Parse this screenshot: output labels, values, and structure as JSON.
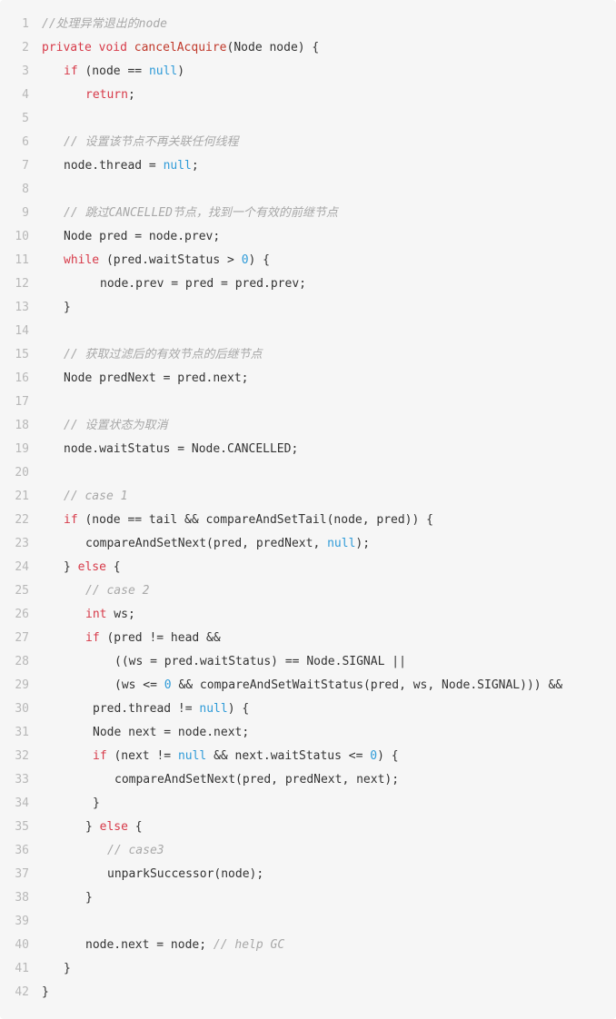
{
  "code": {
    "lines": [
      {
        "n": "1",
        "indent": 0,
        "tokens": [
          {
            "t": "//处理异常退出的node",
            "c": "cm"
          }
        ]
      },
      {
        "n": "2",
        "indent": 0,
        "tokens": [
          {
            "t": "private",
            "c": "kw"
          },
          {
            "t": " "
          },
          {
            "t": "void",
            "c": "kw"
          },
          {
            "t": " "
          },
          {
            "t": "cancelAcquire",
            "c": "fn"
          },
          {
            "t": "(Node node) {"
          }
        ]
      },
      {
        "n": "3",
        "indent": 3,
        "tokens": [
          {
            "t": "if",
            "c": "kw"
          },
          {
            "t": " (node == "
          },
          {
            "t": "null",
            "c": "lit"
          },
          {
            "t": ")"
          }
        ]
      },
      {
        "n": "4",
        "indent": 6,
        "tokens": [
          {
            "t": "return",
            "c": "kw"
          },
          {
            "t": ";"
          }
        ]
      },
      {
        "n": "5",
        "indent": 0,
        "tokens": []
      },
      {
        "n": "6",
        "indent": 3,
        "tokens": [
          {
            "t": "// 设置该节点不再关联任何线程",
            "c": "cm"
          }
        ]
      },
      {
        "n": "7",
        "indent": 3,
        "tokens": [
          {
            "t": "node.thread = "
          },
          {
            "t": "null",
            "c": "lit"
          },
          {
            "t": ";"
          }
        ]
      },
      {
        "n": "8",
        "indent": 0,
        "tokens": []
      },
      {
        "n": "9",
        "indent": 3,
        "tokens": [
          {
            "t": "// 跳过CANCELLED节点，找到一个有效的前继节点",
            "c": "cm"
          }
        ]
      },
      {
        "n": "10",
        "indent": 3,
        "tokens": [
          {
            "t": "Node pred = node.prev;"
          }
        ]
      },
      {
        "n": "11",
        "indent": 3,
        "tokens": [
          {
            "t": "while",
            "c": "kw"
          },
          {
            "t": " (pred.waitStatus > "
          },
          {
            "t": "0",
            "c": "lit"
          },
          {
            "t": ") {"
          }
        ]
      },
      {
        "n": "12",
        "indent": 8,
        "tokens": [
          {
            "t": "node.prev = pred = pred.prev;"
          }
        ]
      },
      {
        "n": "13",
        "indent": 3,
        "tokens": [
          {
            "t": "}"
          }
        ]
      },
      {
        "n": "14",
        "indent": 0,
        "tokens": []
      },
      {
        "n": "15",
        "indent": 3,
        "tokens": [
          {
            "t": "// 获取过滤后的有效节点的后继节点",
            "c": "cm"
          }
        ]
      },
      {
        "n": "16",
        "indent": 3,
        "tokens": [
          {
            "t": "Node predNext = pred.next;"
          }
        ]
      },
      {
        "n": "17",
        "indent": 0,
        "tokens": []
      },
      {
        "n": "18",
        "indent": 3,
        "tokens": [
          {
            "t": "// 设置状态为取消",
            "c": "cm"
          }
        ]
      },
      {
        "n": "19",
        "indent": 3,
        "tokens": [
          {
            "t": "node.waitStatus = Node.CANCELLED;"
          }
        ]
      },
      {
        "n": "20",
        "indent": 0,
        "tokens": []
      },
      {
        "n": "21",
        "indent": 3,
        "tokens": [
          {
            "t": "// case 1",
            "c": "cm"
          }
        ]
      },
      {
        "n": "22",
        "indent": 3,
        "tokens": [
          {
            "t": "if",
            "c": "kw"
          },
          {
            "t": " (node == tail && compareAndSetTail(node, pred)) {"
          }
        ]
      },
      {
        "n": "23",
        "indent": 6,
        "tokens": [
          {
            "t": "compareAndSetNext(pred, predNext, "
          },
          {
            "t": "null",
            "c": "lit"
          },
          {
            "t": ");"
          }
        ]
      },
      {
        "n": "24",
        "indent": 3,
        "tokens": [
          {
            "t": "} "
          },
          {
            "t": "else",
            "c": "kw"
          },
          {
            "t": " {"
          }
        ]
      },
      {
        "n": "25",
        "indent": 6,
        "tokens": [
          {
            "t": "// case 2",
            "c": "cm"
          }
        ]
      },
      {
        "n": "26",
        "indent": 6,
        "tokens": [
          {
            "t": "int",
            "c": "kw"
          },
          {
            "t": " ws;"
          }
        ]
      },
      {
        "n": "27",
        "indent": 6,
        "tokens": [
          {
            "t": "if",
            "c": "kw"
          },
          {
            "t": " (pred != head &&"
          }
        ]
      },
      {
        "n": "28",
        "indent": 10,
        "tokens": [
          {
            "t": "((ws = pred.waitStatus) == Node.SIGNAL ||"
          }
        ]
      },
      {
        "n": "29",
        "indent": 10,
        "tokens": [
          {
            "t": "(ws <= "
          },
          {
            "t": "0",
            "c": "lit"
          },
          {
            "t": " && compareAndSetWaitStatus(pred, ws, Node.SIGNAL))) &&"
          }
        ]
      },
      {
        "n": "30",
        "indent": 7,
        "tokens": [
          {
            "t": "pred.thread != "
          },
          {
            "t": "null",
            "c": "lit"
          },
          {
            "t": ") {"
          }
        ]
      },
      {
        "n": "31",
        "indent": 7,
        "tokens": [
          {
            "t": "Node next = node.next;"
          }
        ]
      },
      {
        "n": "32",
        "indent": 7,
        "tokens": [
          {
            "t": "if",
            "c": "kw"
          },
          {
            "t": " (next != "
          },
          {
            "t": "null",
            "c": "lit"
          },
          {
            "t": " && next.waitStatus <= "
          },
          {
            "t": "0",
            "c": "lit"
          },
          {
            "t": ") {"
          }
        ]
      },
      {
        "n": "33",
        "indent": 10,
        "tokens": [
          {
            "t": "compareAndSetNext(pred, predNext, next);"
          }
        ]
      },
      {
        "n": "34",
        "indent": 7,
        "tokens": [
          {
            "t": "}"
          }
        ]
      },
      {
        "n": "35",
        "indent": 6,
        "tokens": [
          {
            "t": "} "
          },
          {
            "t": "else",
            "c": "kw"
          },
          {
            "t": " {"
          }
        ]
      },
      {
        "n": "36",
        "indent": 9,
        "tokens": [
          {
            "t": "// case3",
            "c": "cm"
          }
        ]
      },
      {
        "n": "37",
        "indent": 9,
        "tokens": [
          {
            "t": "unparkSuccessor(node);"
          }
        ]
      },
      {
        "n": "38",
        "indent": 6,
        "tokens": [
          {
            "t": "}"
          }
        ]
      },
      {
        "n": "39",
        "indent": 0,
        "tokens": []
      },
      {
        "n": "40",
        "indent": 6,
        "tokens": [
          {
            "t": "node.next = node; "
          },
          {
            "t": "// help GC",
            "c": "cm"
          }
        ]
      },
      {
        "n": "41",
        "indent": 3,
        "tokens": [
          {
            "t": "}"
          }
        ]
      },
      {
        "n": "42",
        "indent": 0,
        "tokens": [
          {
            "t": "}"
          }
        ]
      }
    ]
  }
}
